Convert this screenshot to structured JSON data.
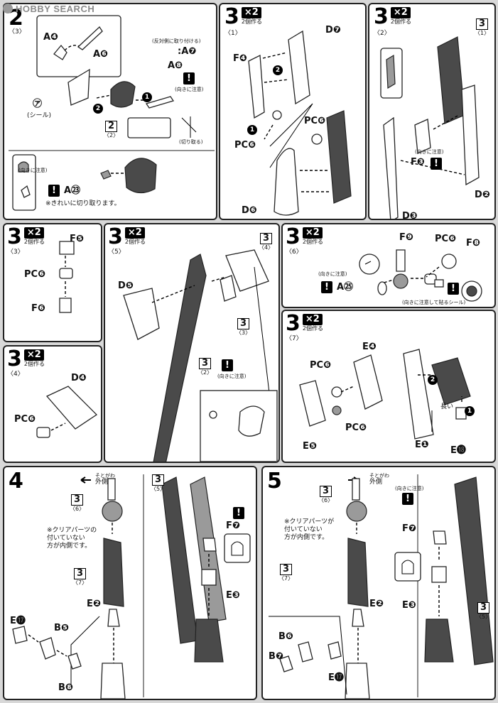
{
  "watermark": {
    "text": "HOBBY SEARCH"
  },
  "panel_2": {
    "step": "2",
    "sub": "〈3〉",
    "labels": {
      "a4": "A❹",
      "a6": "A❻",
      "seal": "(シール)",
      "seal_code": "㋐",
      "a7": ":A❼",
      "a8": "A❽",
      "a23": "A㉓"
    },
    "notes": {
      "reverse": "(反対側に取り付ける)",
      "caution": "(向きに注意)",
      "cut": "(切り取る)",
      "clean_cut": "※きれいに切り取ります。",
      "caution2": "(向きに注意)"
    },
    "ref": {
      "num": "2",
      "sub": "〈2〉"
    }
  },
  "panel_3_1": {
    "step": "3",
    "x2": "×2",
    "sub": "〈1〉",
    "make": "2個作る",
    "labels": {
      "d7": "D❼",
      "f4": "F❹",
      "pcc": "PC❻",
      "pcg": "PC❻",
      "d6": "D❻"
    }
  },
  "panel_3_2": {
    "step": "3",
    "x2": "×2",
    "sub": "〈2〉",
    "make": "2個作る",
    "labels": {
      "f3": "F❸",
      "d2": "D❷",
      "d3": "D❸"
    },
    "notes": {
      "caution": "(向きに注意)"
    },
    "ref": {
      "num": "3",
      "sub": "〈1〉"
    }
  },
  "panel_3_3": {
    "step": "3",
    "x2": "×2",
    "sub": "〈3〉",
    "make": "2個作る",
    "labels": {
      "f5": "F❺",
      "pcc": "PC❻",
      "f6": "F❻"
    }
  },
  "panel_3_4": {
    "step": "3",
    "x2": "×2",
    "sub": "〈4〉",
    "make": "2個作る",
    "labels": {
      "d4": "D❹",
      "pcc": "PC❻"
    }
  },
  "panel_3_5": {
    "step": "3",
    "x2": "×2",
    "sub": "〈5〉",
    "make": "2個作る",
    "labels": {
      "d5": "D❺"
    },
    "notes": {
      "caution": "(向きに注意)"
    },
    "refs": {
      "r4_num": "3",
      "r4_sub": "〈4〉",
      "r3_num": "3",
      "r3_sub": "〈3〉",
      "r2_num": "3",
      "r2_sub": "〈2〉"
    }
  },
  "panel_3_6": {
    "step": "3",
    "x2": "×2",
    "sub": "〈6〉",
    "make": "2個作る",
    "labels": {
      "f9": "F❾",
      "pcd": "PC❻",
      "f8": "F❽",
      "a25": "A㉕"
    },
    "notes": {
      "caution": "(向きに注意)",
      "seal_note": "(向きに注意して貼るシール)"
    }
  },
  "panel_3_7": {
    "step": "3",
    "x2": "×2",
    "sub": "〈7〉",
    "make": "2個作る",
    "labels": {
      "e4": "E❹",
      "pcd": "PC❻",
      "pcf": "PC❻",
      "e5": "E❺",
      "e1": "E❶",
      "e18": "E⓲"
    },
    "notes": {
      "long": "長い"
    }
  },
  "panel_4": {
    "step": "4",
    "labels": {
      "e2": "E❷",
      "e3": "E❸",
      "f7": "F❼",
      "e17": "E⓱",
      "b5": "B❺",
      "b8": "B❽"
    },
    "notes": {
      "outside": "外側",
      "outside_ruby": "そとがわ",
      "clear": "※クリアパーツの\n付いていない\n方が内側です。"
    },
    "refs": {
      "r6_num": "3",
      "r6_sub": "〈6〉",
      "r7_num": "3",
      "r7_sub": "〈7〉",
      "r5_num": "3",
      "r5_sub": "〈5〉"
    }
  },
  "panel_5": {
    "step": "5",
    "labels": {
      "e2": "E❷",
      "e3": "E❸",
      "f7": "F❼",
      "e17": "E⓱",
      "b6": "B❻",
      "b7": "B❼"
    },
    "notes": {
      "outside": "外側",
      "outside_ruby": "そとがわ",
      "clear": "※クリアパーツが\n付いていない\n方が内側です。",
      "caution": "(向きに注意)"
    },
    "refs": {
      "r6_num": "3",
      "r6_sub": "〈6〉",
      "r7_num": "3",
      "r7_sub": "〈7〉",
      "r5_num": "3",
      "r5_sub": "〈5〉"
    }
  }
}
